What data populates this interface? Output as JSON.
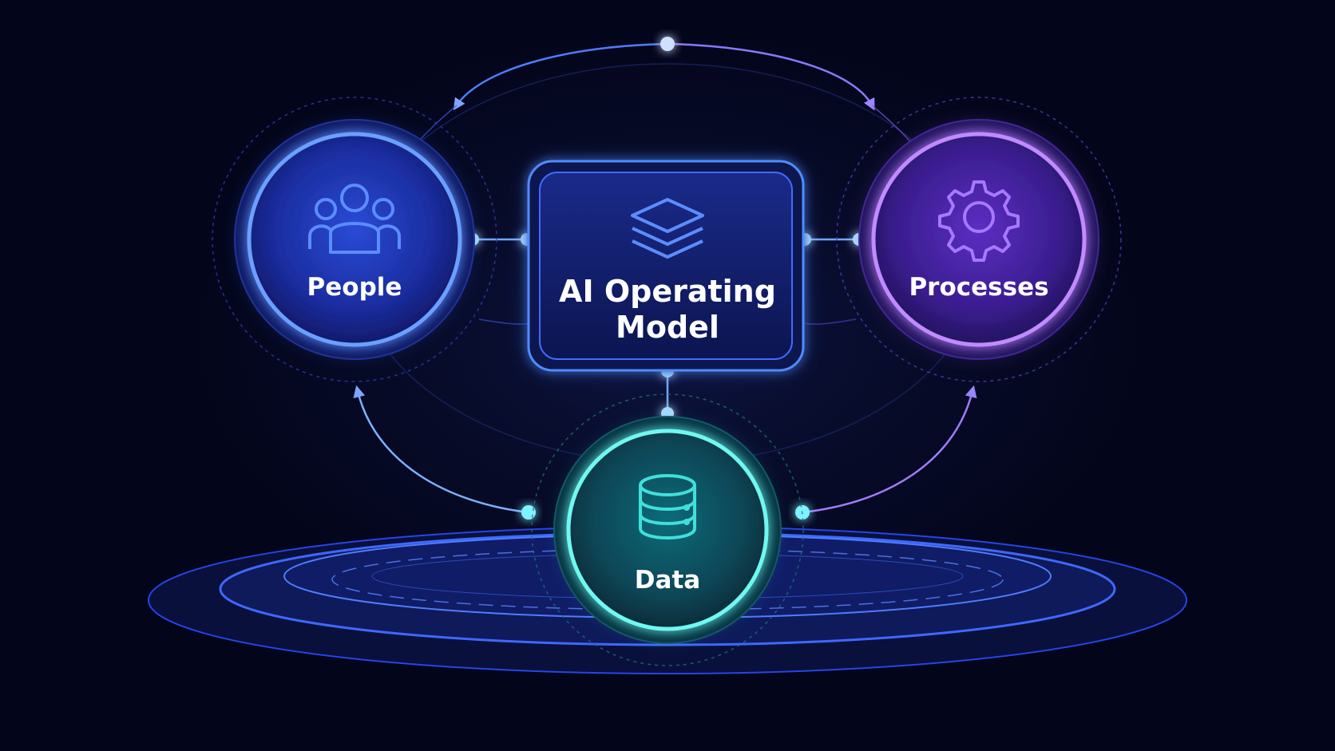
{
  "diagram": {
    "center": {
      "line1": "AI Operating",
      "line2": "Model",
      "icon": "layers-icon"
    },
    "nodes": {
      "people": {
        "label": "People",
        "icon": "people-icon",
        "color": "#3b6cff"
      },
      "processes": {
        "label": "Processes",
        "icon": "gear-icon",
        "color": "#9d5cff"
      },
      "data": {
        "label": "Data",
        "icon": "database-icon",
        "color": "#2ee6e0"
      }
    },
    "colors": {
      "background": "#04061a",
      "blue_glow": "#4f8cff",
      "purple_glow": "#a66bff",
      "teal_glow": "#35f2e6",
      "connector": "#6fa8ff"
    }
  }
}
